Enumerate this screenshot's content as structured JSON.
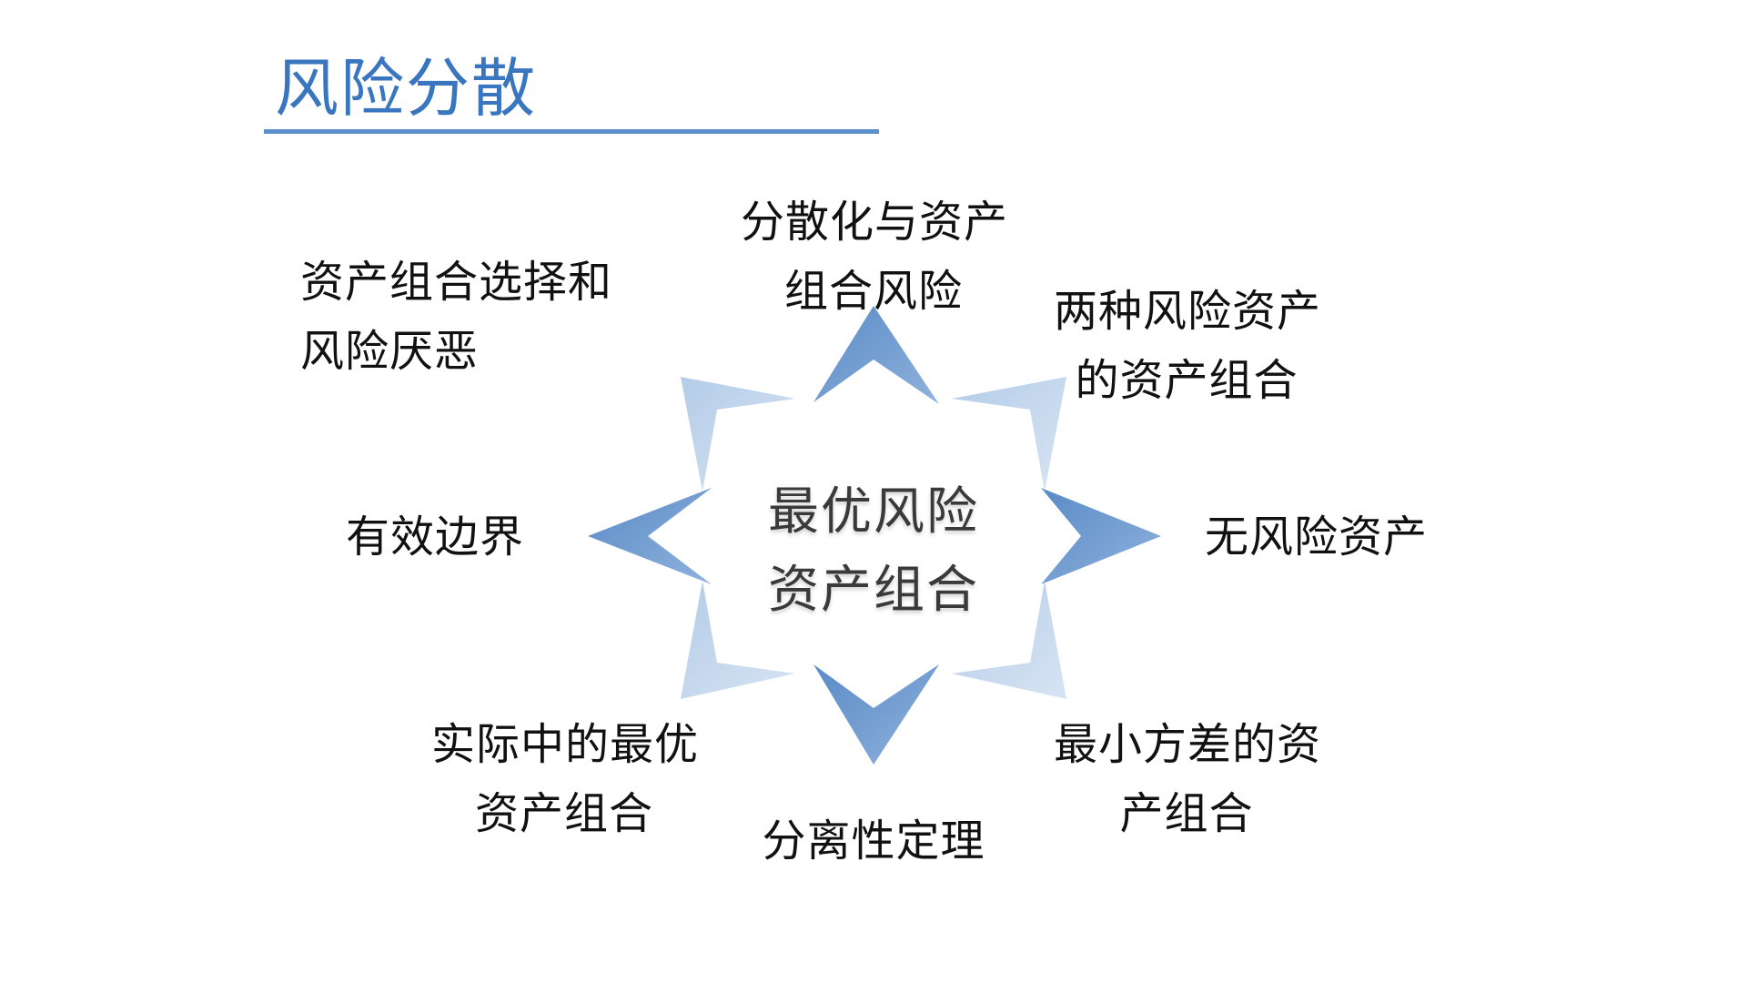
{
  "slide": {
    "title": "风险分散"
  },
  "colors": {
    "title": "#3a76bf",
    "rule": "#5b8fcc",
    "arrow_dark": "#6b98cf",
    "arrow_light": "#c3d6ec",
    "text": "#111111"
  },
  "diagram": {
    "center": {
      "line1": "最优风险",
      "line2": "资产组合"
    },
    "nodes": {
      "top": {
        "line1": "分散化与资产",
        "line2": "组合风险"
      },
      "top_right": {
        "line1": "两种风险资产",
        "line2": "的资产组合"
      },
      "right": {
        "line1": "无风险资产"
      },
      "bottom_right": {
        "line1": "最小方差的资",
        "line2": "产组合"
      },
      "bottom": {
        "line1": "分离性定理"
      },
      "bottom_left": {
        "line1": "实际中的最优",
        "line2": "资产组合"
      },
      "left": {
        "line1": "有效边界"
      },
      "top_left": {
        "line1": "资产组合选择和",
        "line2": "风险厌恶"
      }
    }
  }
}
